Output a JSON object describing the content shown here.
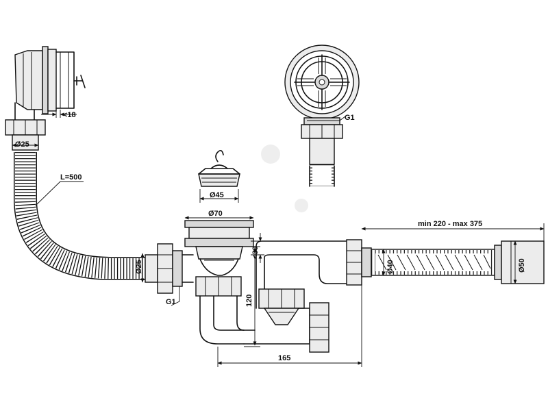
{
  "labels": {
    "depth_18": "<18",
    "dia_25_top": "Ø25",
    "length_500": "L=500",
    "dia_25_side": "Ø25",
    "thread_g1_left": "G1",
    "dia_45": "Ø45",
    "dia_70": "Ø70",
    "offset_30": "<30",
    "height_120": "120",
    "width_165": "165",
    "thread_g1_top": "G1",
    "range_min_max": "min 220 - max 375",
    "dia_40": "Ø40",
    "dia_50": "Ø50"
  }
}
